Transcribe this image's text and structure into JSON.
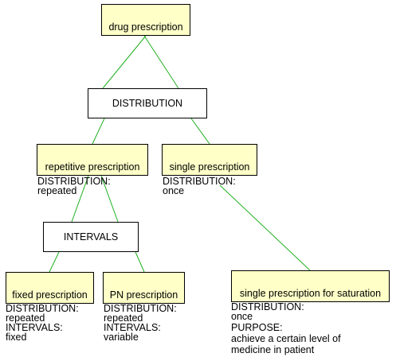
{
  "colors": {
    "concept_fill": "#ffffc8",
    "discriminator_fill": "#ffffff",
    "edge": "#20b020",
    "border": "#000000"
  },
  "nodes": {
    "drug_prescription": {
      "label": "drug prescription"
    },
    "distribution": {
      "label": "DISTRIBUTION"
    },
    "repetitive_prescription": {
      "label": "repetitive prescription"
    },
    "single_prescription": {
      "label": "single prescription"
    },
    "intervals": {
      "label": "INTERVALS"
    },
    "fixed_prescription": {
      "label": "fixed prescription"
    },
    "pn_prescription": {
      "label": "PN prescription"
    },
    "single_prescription_saturation": {
      "label": "single prescription for saturation"
    }
  },
  "attributes": {
    "repetitive_prescription": [
      "DISTRIBUTION:",
      "repeated"
    ],
    "single_prescription": [
      "DISTRIBUTION:",
      "once"
    ],
    "fixed_prescription": [
      "DISTRIBUTION:",
      "repeated",
      "INTERVALS:",
      "fixed"
    ],
    "pn_prescription": [
      "DISTRIBUTION:",
      "repeated",
      "INTERVALS:",
      "variable"
    ],
    "single_prescription_saturation": [
      "DISTRIBUTION:",
      "once",
      "PURPOSE:",
      "achieve a certain level of",
      "medicine in patient"
    ]
  },
  "edges": [
    {
      "from": "drug_prescription",
      "to": "distribution"
    },
    {
      "from": "distribution",
      "to": "repetitive_prescription"
    },
    {
      "from": "distribution",
      "to": "single_prescription"
    },
    {
      "from": "repetitive_prescription",
      "to": "intervals"
    },
    {
      "from": "intervals",
      "to": "fixed_prescription"
    },
    {
      "from": "intervals",
      "to": "pn_prescription"
    },
    {
      "from": "single_prescription",
      "to": "single_prescription_saturation"
    }
  ]
}
